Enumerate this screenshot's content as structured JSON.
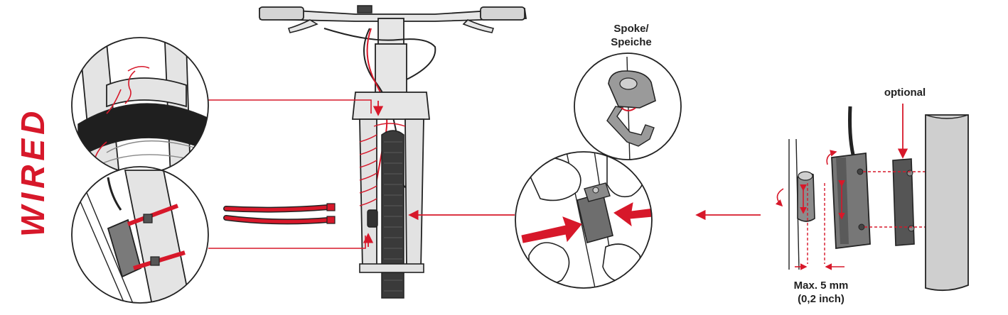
{
  "title": "WIRED",
  "labels": {
    "spoke_line1": "Spoke/",
    "spoke_line2": "Speiche",
    "optional": "optional",
    "max_line1": "Max. 5 mm",
    "max_line2": "(0,2 inch)"
  },
  "colors": {
    "accent": "#d7182a",
    "outline": "#222222",
    "frame_grey": "#e2e2e2",
    "tyre": "#2a2a2a",
    "sensor_grey": "#6e6e6e",
    "wall_grey": "#cfcfcf"
  },
  "icons": [
    "bicycle-front",
    "fork-detail",
    "sensor-mount",
    "spoke-magnet",
    "cable-ties",
    "magnet-spacer"
  ]
}
